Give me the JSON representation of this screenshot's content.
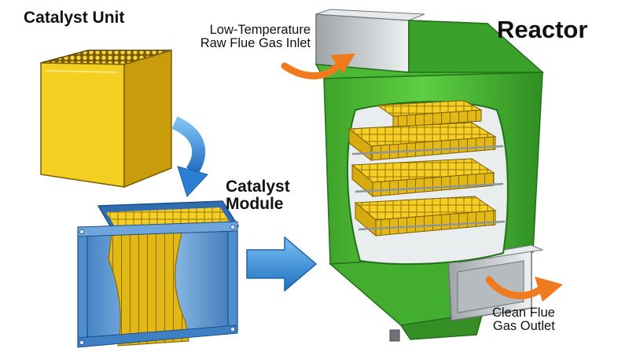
{
  "labels": {
    "catalyst_unit": "Catalyst Unit",
    "catalyst_module_line1": "Catalyst",
    "catalyst_module_line2": "Module",
    "reactor": "Reactor",
    "inlet_line1": "Low-Temperature",
    "inlet_line2": "Raw Flue Gas Inlet",
    "outlet_line1": "Clean Flue",
    "outlet_line2": "Gas Outlet"
  },
  "colors": {
    "catalyst_yellow": "#f2cc1e",
    "reactor_green": "#4fbf37",
    "module_frame_blue": "#5e9ad2",
    "flow_arrow_blue": "#2a87d8",
    "gas_arrow_orange": "#f07a1e",
    "duct_gray": "#cfd3d6"
  },
  "icons": {
    "unit_to_module": "curved-down-arrow",
    "module_to_reactor": "right-arrow",
    "inlet_flow": "curved-arrow",
    "outlet_flow": "curved-arrow"
  }
}
